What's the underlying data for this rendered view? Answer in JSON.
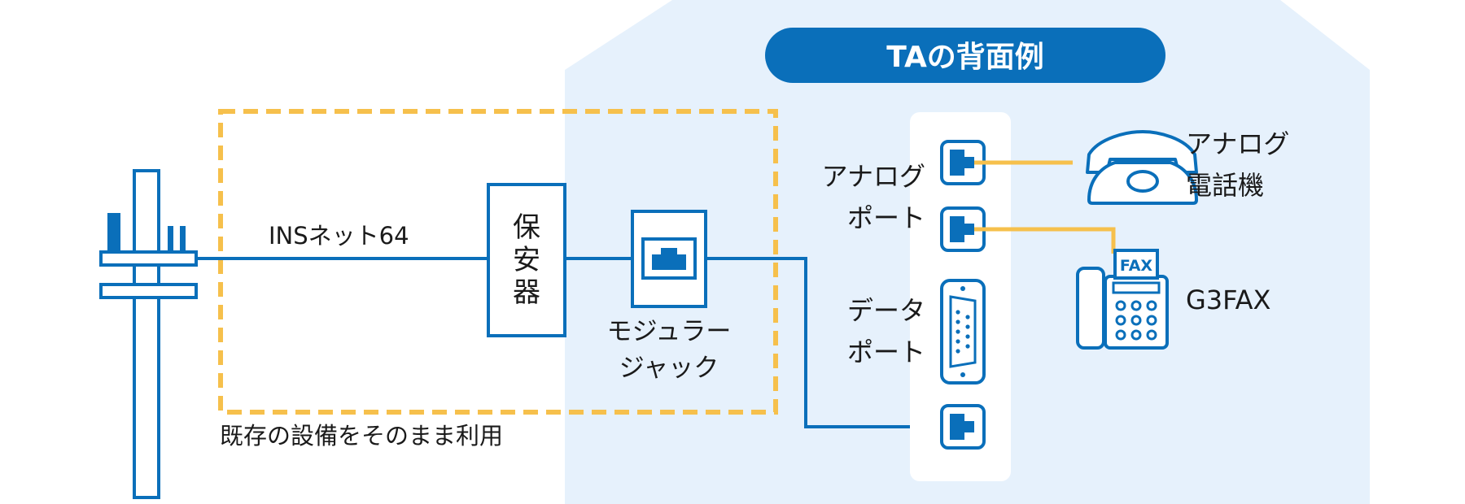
{
  "colors": {
    "primary_blue": "#0a6fba",
    "house_fill": "#e6f1fc",
    "dashed_yellow": "#f6c04c",
    "white": "#ffffff"
  },
  "house_banner": {
    "title": "TAの背面例"
  },
  "line_label": "INSネット64",
  "protector": {
    "label_lines": [
      "保",
      "安",
      "器"
    ]
  },
  "modular_jack": {
    "label_lines": [
      "モジュラー",
      "ジャック"
    ]
  },
  "existing_equipment_caption": "既存の設備をそのまま利用",
  "ta_panel": {
    "analog_port_label_lines": [
      "アナログ",
      "ポート"
    ],
    "data_port_label_lines": [
      "データ",
      "ポート"
    ]
  },
  "devices": {
    "analog_phone_label_lines": [
      "アナログ",
      "電話機"
    ],
    "fax_badge": "FAX",
    "fax_label": "G3FAX"
  },
  "icons": [
    "utility-pole-icon",
    "telephone-icon",
    "fax-machine-icon",
    "rj45-port-icon",
    "serial-port-icon"
  ]
}
